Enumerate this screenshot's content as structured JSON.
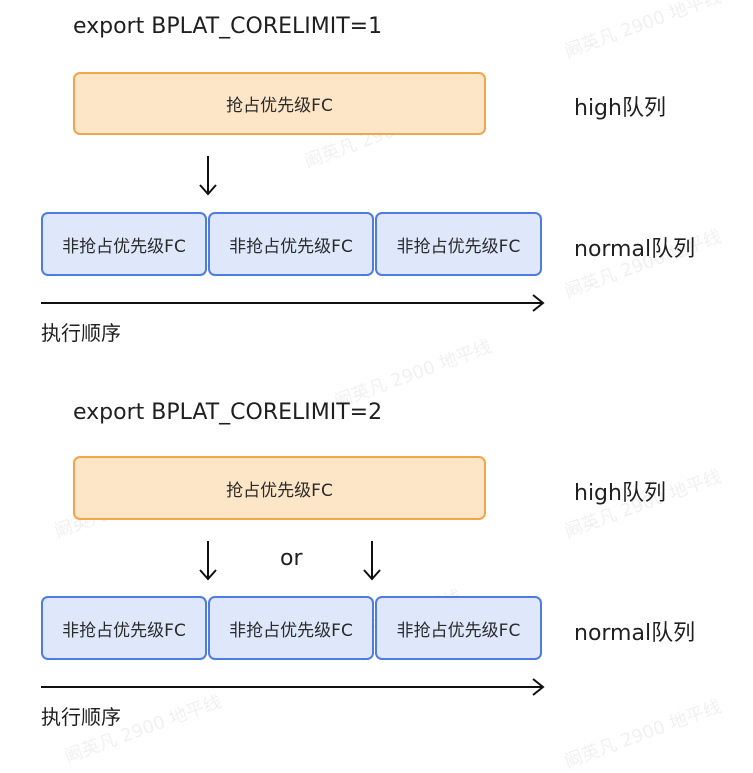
{
  "section1": {
    "title": "export BPLAT_CORELIMIT=1",
    "high_box": "抢占优先级FC",
    "normal_boxes": [
      "非抢占优先级FC",
      "非抢占优先级FC",
      "非抢占优先级FC"
    ],
    "high_label": "high队列",
    "normal_label": "normal队列",
    "axis_label": "执行顺序"
  },
  "section2": {
    "title": "export BPLAT_CORELIMIT=2",
    "high_box": "抢占优先级FC",
    "normal_boxes": [
      "非抢占优先级FC",
      "非抢占优先级FC",
      "非抢占优先级FC"
    ],
    "high_label": "high队列",
    "normal_label": "normal队列",
    "or_text": "or",
    "axis_label": "执行顺序"
  },
  "watermark": "阚英凡 2900 地平线",
  "colors": {
    "high_fill": "#fde5c8",
    "high_border": "#f2a54a",
    "normal_fill": "#dfe8fb",
    "normal_border": "#4f7ce0"
  }
}
